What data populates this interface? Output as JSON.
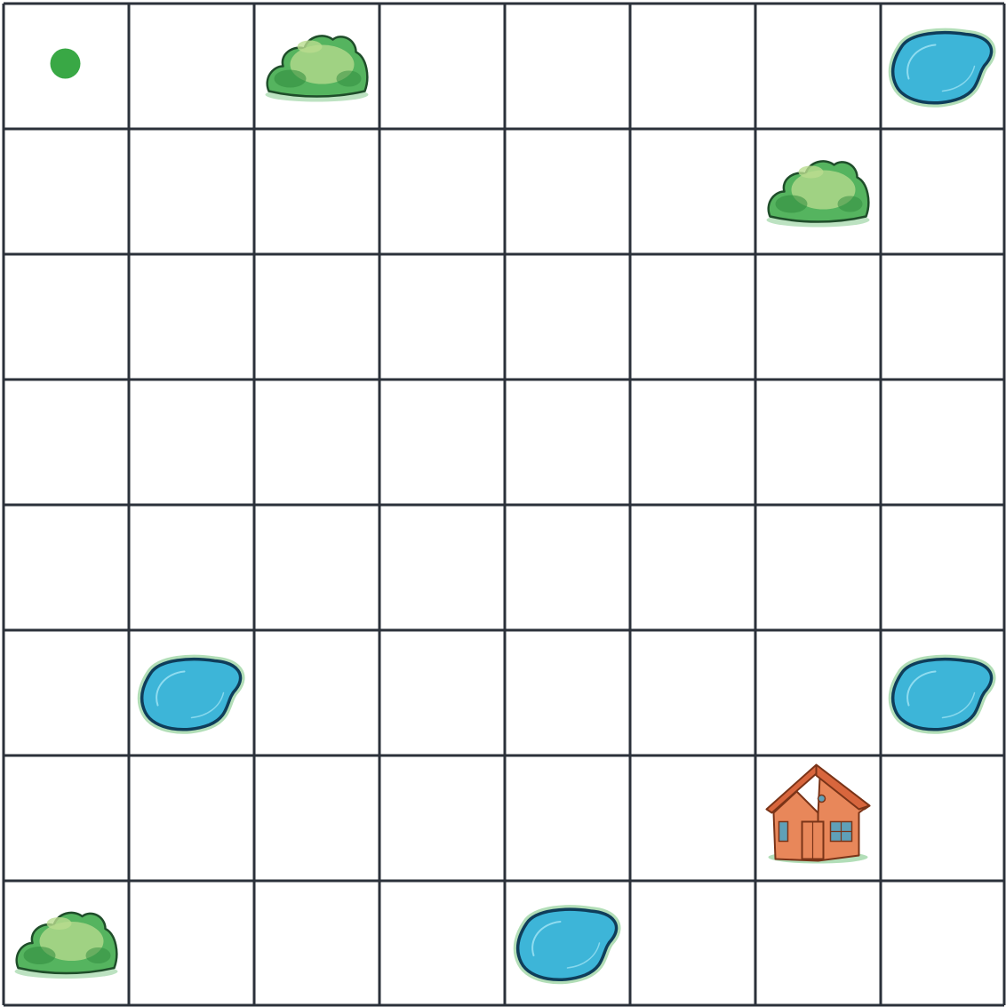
{
  "board": {
    "rows": 8,
    "cols": 8,
    "colors": {
      "background": "#ffffff",
      "grid_line": "#2b313a",
      "bush_dark": "#2f8a3d",
      "bush_mid": "#55b45f",
      "bush_light": "#b9dc8f",
      "bush_outline": "#1f4d2a",
      "pond_water": "#3db5d8",
      "pond_highlight": "#8fdcf0",
      "pond_outline": "#0f3d5a",
      "pond_halo": "#9fd6a6",
      "house_wall": "#e8875a",
      "house_roof": "#d8663d",
      "house_outline": "#7a3418",
      "house_window": "#5fa0b8",
      "dot": "#39a845"
    },
    "pieces": [
      {
        "kind": "dot",
        "icon": "green-dot-icon",
        "row": 0,
        "col": 0
      },
      {
        "kind": "bush",
        "icon": "bush-icon",
        "row": 0,
        "col": 2
      },
      {
        "kind": "pond",
        "icon": "pond-icon",
        "row": 0,
        "col": 7
      },
      {
        "kind": "bush",
        "icon": "bush-icon",
        "row": 1,
        "col": 6
      },
      {
        "kind": "pond",
        "icon": "pond-icon",
        "row": 5,
        "col": 1
      },
      {
        "kind": "pond",
        "icon": "pond-icon",
        "row": 5,
        "col": 7
      },
      {
        "kind": "house",
        "icon": "house-icon",
        "row": 6,
        "col": 6
      },
      {
        "kind": "bush",
        "icon": "bush-icon",
        "row": 7,
        "col": 0
      },
      {
        "kind": "pond",
        "icon": "pond-icon",
        "row": 7,
        "col": 4
      }
    ]
  }
}
